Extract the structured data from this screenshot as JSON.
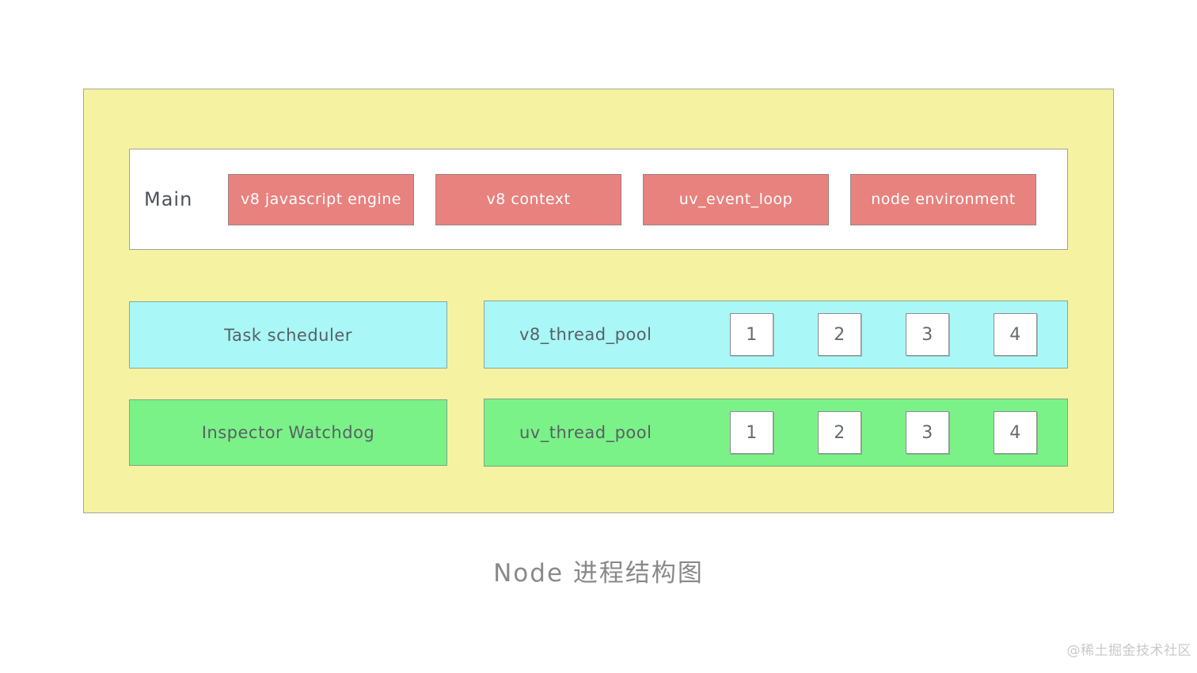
{
  "diagram": {
    "main_row": {
      "label": "Main",
      "boxes": [
        "v8 javascript engine",
        "v8 context",
        "uv_event_loop",
        "node environment"
      ]
    },
    "scheduler_row": {
      "left_box": "Task scheduler",
      "pool_label": "v8_thread_pool",
      "threads": [
        "1",
        "2",
        "3",
        "4"
      ]
    },
    "watchdog_row": {
      "left_box": "Inspector Watchdog",
      "pool_label": "uv_thread_pool",
      "threads": [
        "1",
        "2",
        "3",
        "4"
      ]
    },
    "title": "Node 进程结构图",
    "watermark": "@稀土掘金技术社区",
    "colors": {
      "container_bg": "#F5F2A1",
      "main_box_bg": "#FFFFFF",
      "engine_box_bg": "#E8827E",
      "scheduler_bg": "#A9F7F6",
      "watchdog_bg": "#7BF287"
    }
  }
}
